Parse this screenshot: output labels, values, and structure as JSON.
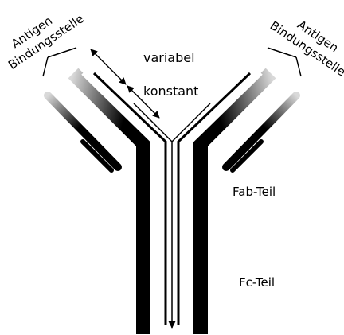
{
  "diagram": {
    "antigen_left_line1": "Antigen",
    "antigen_left_line2": "Bindungsstelle",
    "antigen_right_line1": "Antigen",
    "antigen_right_line2": "Bindungsstelle",
    "variable_label": "variabel",
    "constant_label": "konstant",
    "fab_label": "Fab-Teil",
    "fc_label": "Fc-Teil"
  },
  "colors": {
    "ink": "#000000",
    "background": "#ffffff",
    "fade": "#9a9a9a"
  }
}
